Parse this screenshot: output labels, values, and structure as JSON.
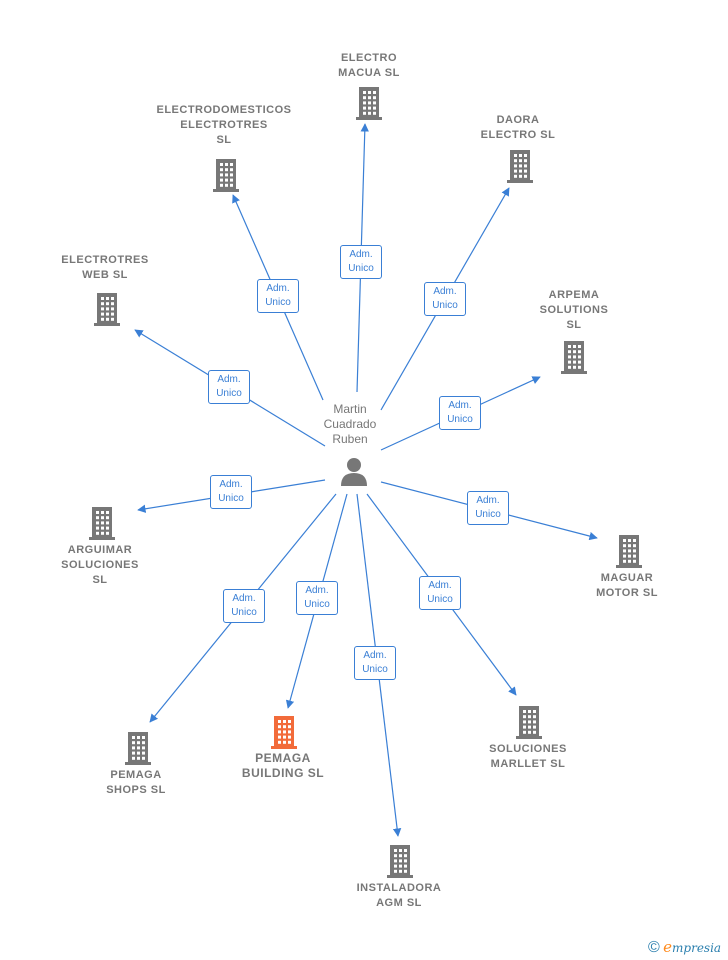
{
  "center": {
    "name": "Martin\nCuadrado\nRuben",
    "role": "person"
  },
  "colors": {
    "edge": "#3a7fd5",
    "building": "#777777",
    "highlight": "#f26b3a"
  },
  "nodes": [
    {
      "id": "electro-macua",
      "label": "ELECTRO\nMACUA SL",
      "edge_label": "Adm.\nUnico"
    },
    {
      "id": "daora",
      "label": "DAORA\nELECTRO SL",
      "edge_label": "Adm.\nUnico"
    },
    {
      "id": "arpema",
      "label": "ARPEMA\nSOLUTIONS\nSL",
      "edge_label": "Adm.\nUnico"
    },
    {
      "id": "maguar",
      "label": "MAGUAR\nMOTOR SL",
      "edge_label": "Adm.\nUnico"
    },
    {
      "id": "soluciones-marllet",
      "label": "SOLUCIONES\nMARLLET SL",
      "edge_label": "Adm.\nUnico"
    },
    {
      "id": "instaladora-agm",
      "label": "INSTALADORA\nAGM SL",
      "edge_label": "Adm.\nUnico"
    },
    {
      "id": "pemaga-building",
      "label": "PEMAGA\nBUILDING SL",
      "edge_label": "Adm.\nUnico",
      "highlight": true
    },
    {
      "id": "pemaga-shops",
      "label": "PEMAGA\nSHOPS SL",
      "edge_label": "Adm.\nUnico"
    },
    {
      "id": "arguimar",
      "label": "ARGUIMAR\nSOLUCIONES\nSL",
      "edge_label": "Adm.\nUnico"
    },
    {
      "id": "electrotres-web",
      "label": "ELECTROTRES\nWEB SL",
      "edge_label": "Adm.\nUnico"
    },
    {
      "id": "electrodomesticos",
      "label": "ELECTRODOMESTICOS\nELECTROTRES\nSL",
      "edge_label": "Adm.\nUnico"
    }
  ],
  "brand": {
    "copyright": "©",
    "e": "e",
    "rest": "mpresia"
  }
}
